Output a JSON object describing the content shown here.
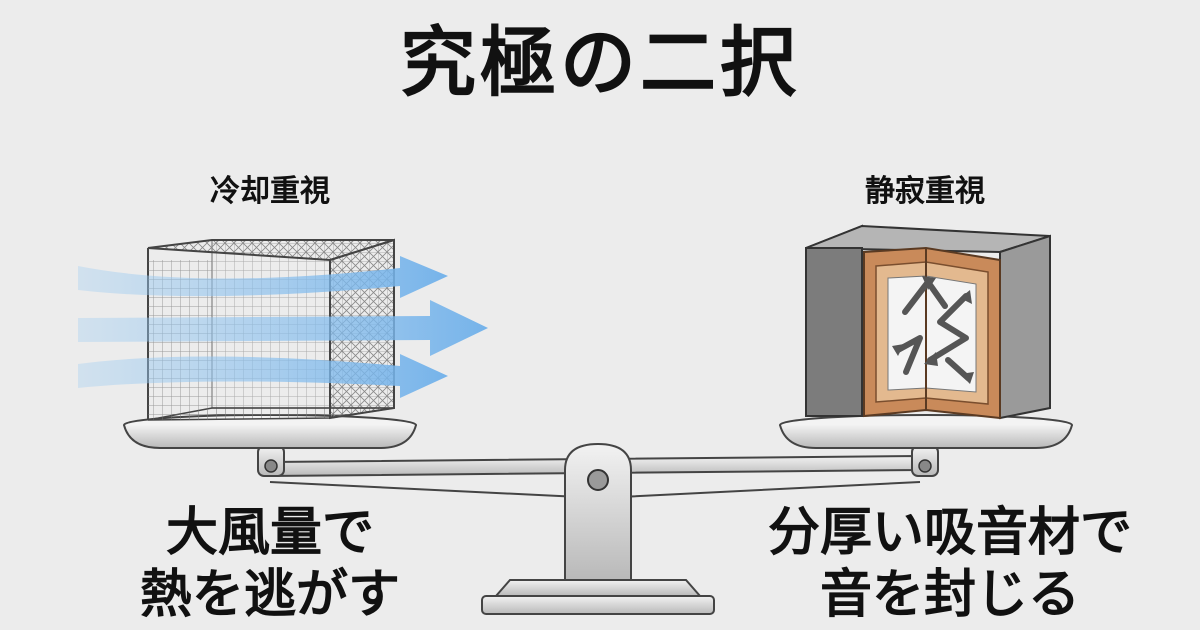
{
  "title": "究極の二択",
  "left": {
    "label": "冷却重視",
    "caption_line1": "大風量で",
    "caption_line2": "熱を逃がす"
  },
  "right": {
    "label": "静寂重視",
    "caption_line1": "分厚い吸音材で",
    "caption_line2": "音を封じる"
  },
  "colors": {
    "background": "#ececec",
    "airflow": "#8fc3f0",
    "foam": "#c98a5a",
    "case": "#8a8a8a",
    "scale": "#d6d6d6"
  }
}
